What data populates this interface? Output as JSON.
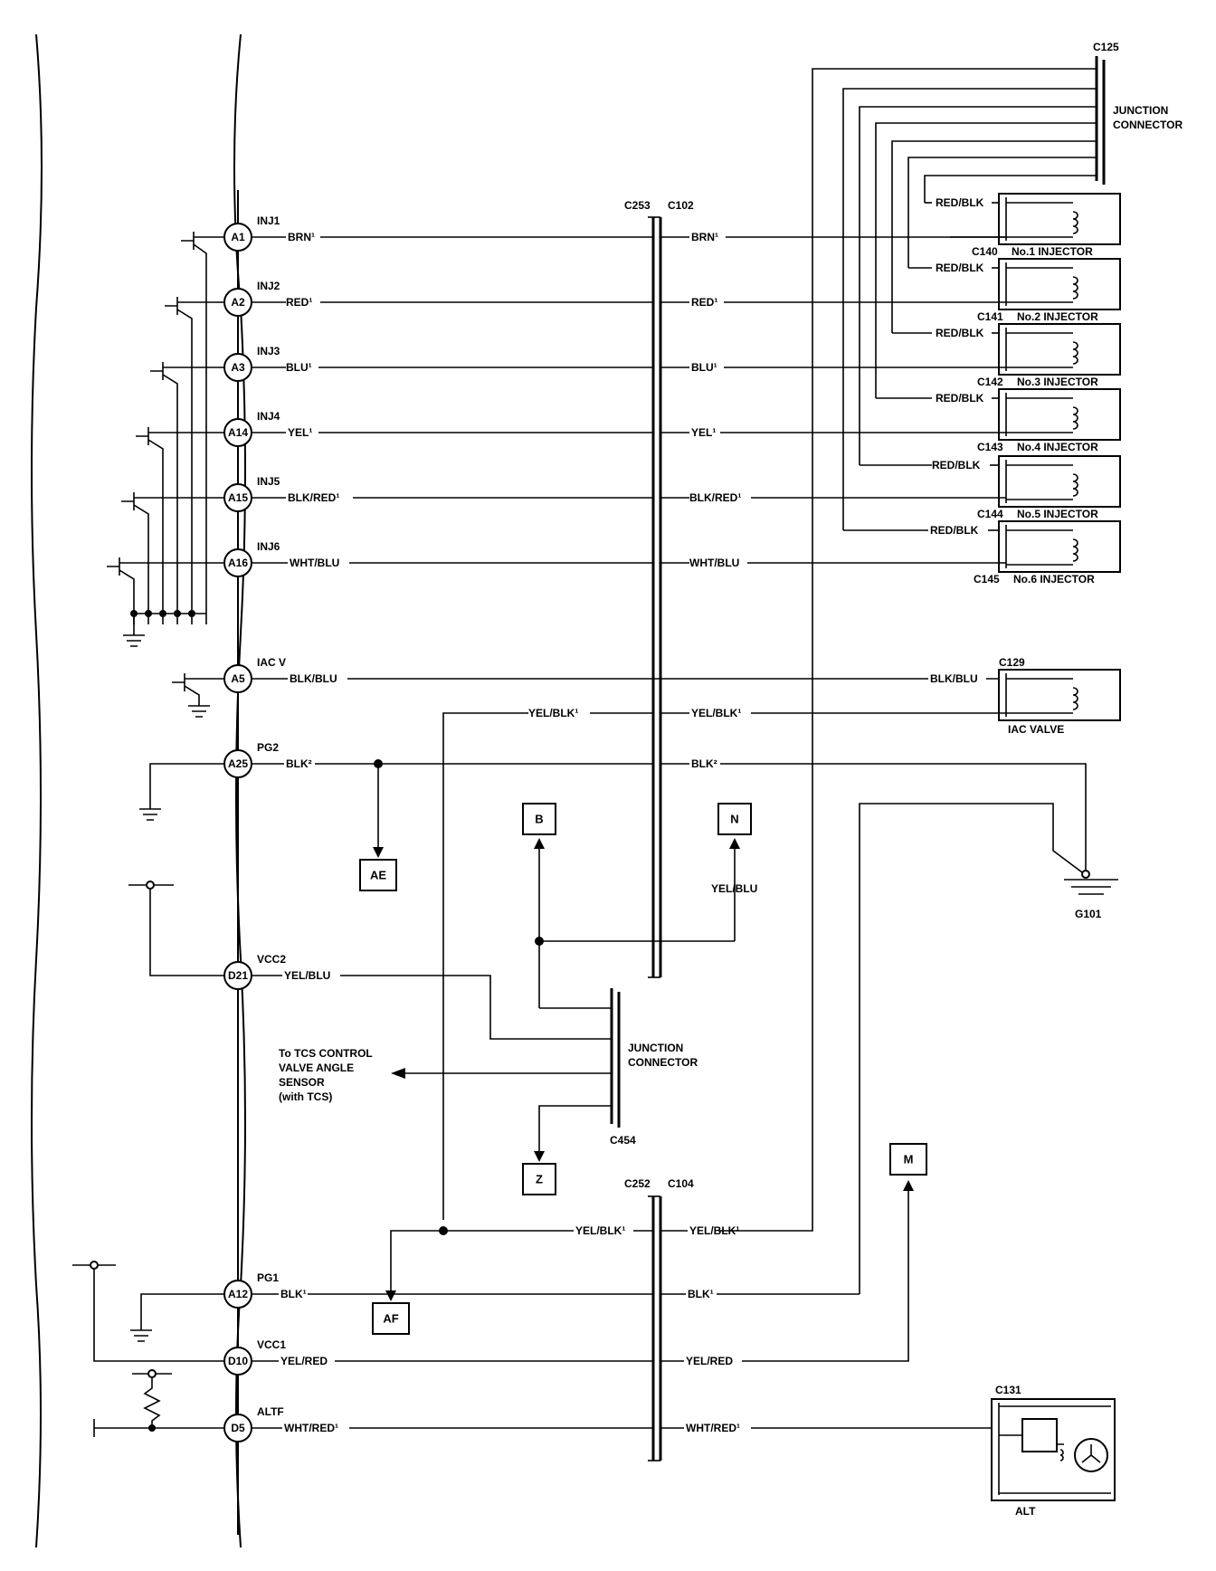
{
  "pins": [
    {
      "id": "A1",
      "signal": "INJ1",
      "wire": "BRN¹"
    },
    {
      "id": "A2",
      "signal": "INJ2",
      "wire": "RED¹"
    },
    {
      "id": "A3",
      "signal": "INJ3",
      "wire": "BLU¹"
    },
    {
      "id": "A14",
      "signal": "INJ4",
      "wire": "YEL¹"
    },
    {
      "id": "A15",
      "signal": "INJ5",
      "wire": "BLK/RED¹"
    },
    {
      "id": "A16",
      "signal": "INJ6",
      "wire": "WHT/BLU"
    },
    {
      "id": "A5",
      "signal": "IAC V",
      "wire": "BLK/BLU"
    },
    {
      "id": "A25",
      "signal": "PG2",
      "wire": "BLK²"
    },
    {
      "id": "D21",
      "signal": "VCC2",
      "wire": "YEL/BLU"
    },
    {
      "id": "A12",
      "signal": "PG1",
      "wire": "BLK¹"
    },
    {
      "id": "D10",
      "signal": "VCC1",
      "wire": "YEL/RED"
    },
    {
      "id": "D5",
      "signal": "ALTF",
      "wire": "WHT/RED¹"
    }
  ],
  "injectors": [
    {
      "connector": "C140",
      "name": "No.1 INJECTOR",
      "supply": "RED/BLK",
      "wire": "BRN¹"
    },
    {
      "connector": "C141",
      "name": "No.2 INJECTOR",
      "supply": "RED/BLK",
      "wire": "RED¹"
    },
    {
      "connector": "C142",
      "name": "No.3 INJECTOR",
      "supply": "RED/BLK",
      "wire": "BLU¹"
    },
    {
      "connector": "C143",
      "name": "No.4 INJECTOR",
      "supply": "RED/BLK",
      "wire": "YEL¹"
    },
    {
      "connector": "C144",
      "name": "No.5 INJECTOR",
      "supply": "RED/BLK",
      "wire": "BLK/RED¹"
    },
    {
      "connector": "C145",
      "name": "No.6 INJECTOR",
      "supply": "RED/BLK",
      "wire": "WHT/BLU"
    }
  ],
  "iac": {
    "connector": "C129",
    "name": "IAC VALVE",
    "wire_in": "BLK/BLU",
    "wire_supply": "YEL/BLK¹"
  },
  "upper_inline": {
    "left": "C253",
    "right": "C102"
  },
  "lower_inline": {
    "left": "C252",
    "right": "C104"
  },
  "junction_top": {
    "connector": "C125",
    "line1": "JUNCTION",
    "line2": "CONNECTOR"
  },
  "junction_mid": {
    "connector": "C454",
    "line1": "JUNCTION",
    "line2": "CONNECTOR"
  },
  "mid_wires": {
    "yel_blk_left": "YEL/BLK¹",
    "yel_blk_right": "YEL/BLK¹",
    "blk2_right": "BLK²",
    "yel_blu_n": "YEL/BLU",
    "yel_blk_low_left": "YEL/BLK¹",
    "yel_blk_low_right": "YEL/BLK¹",
    "blk1_right": "BLK¹",
    "yel_red_right": "YEL/RED",
    "wht_red_right": "WHT/RED¹"
  },
  "refs": {
    "b": "B",
    "n": "N",
    "ae": "AE",
    "z": "Z",
    "m": "M",
    "af": "AF"
  },
  "ground": {
    "name": "G101"
  },
  "tcs_note": [
    "To TCS CONTROL",
    "VALVE ANGLE",
    "SENSOR",
    "(with TCS)"
  ],
  "alt": {
    "connector": "C131",
    "name": "ALT"
  }
}
